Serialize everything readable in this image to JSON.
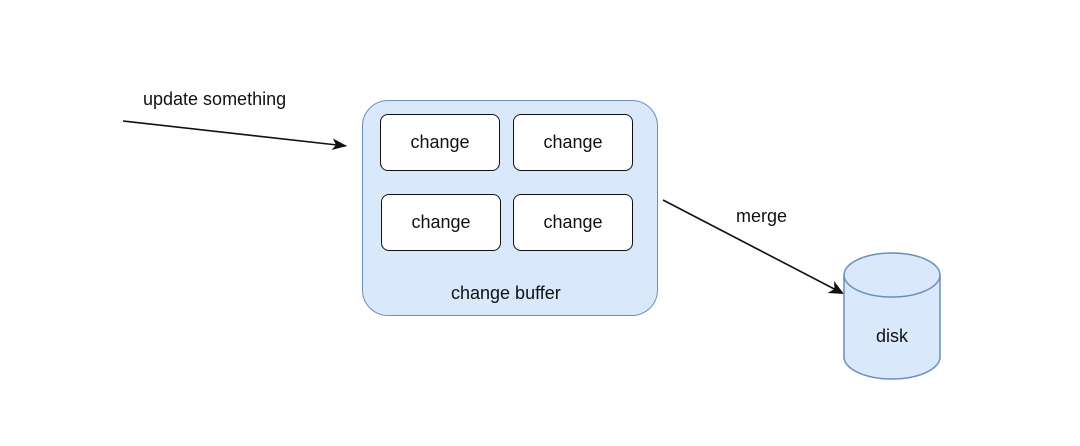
{
  "diagram": {
    "input_label": "update something",
    "merge_label": "merge",
    "buffer": {
      "label": "change buffer",
      "items": [
        "change",
        "change",
        "change",
        "change"
      ]
    },
    "disk_label": "disk",
    "colors": {
      "buffer_fill": "#dae8fc",
      "buffer_stroke": "#6c8ebf",
      "box_stroke": "#111111",
      "arrow": "#111111"
    }
  }
}
